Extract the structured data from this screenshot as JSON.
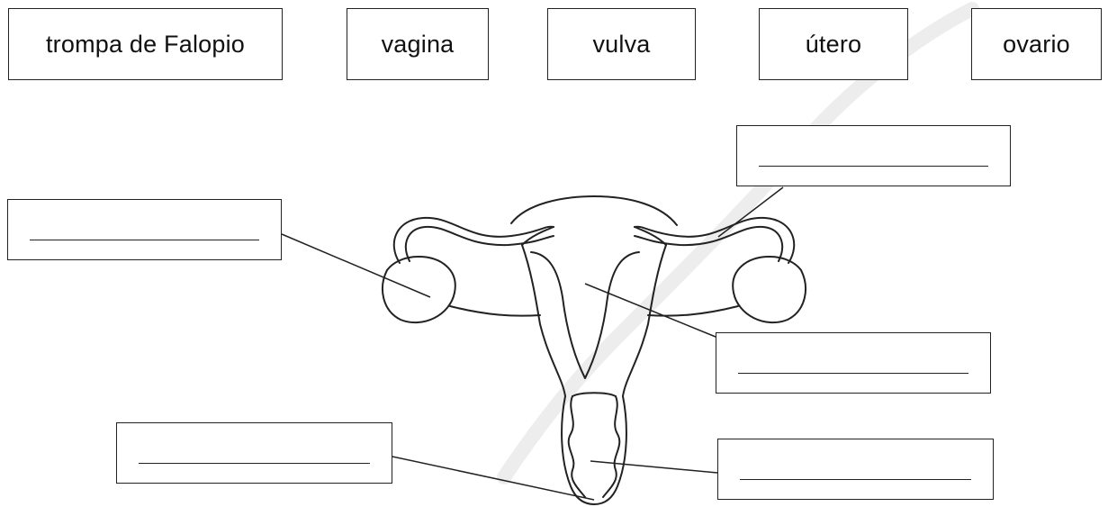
{
  "word_bank": [
    {
      "id": "trompa",
      "label": "trompa de Falopio"
    },
    {
      "id": "vagina",
      "label": "vagina"
    },
    {
      "id": "vulva",
      "label": "vulva"
    },
    {
      "id": "utero",
      "label": "útero"
    },
    {
      "id": "ovario",
      "label": "ovario"
    }
  ],
  "answers": {
    "top_right": "",
    "left": "",
    "middle_right": "",
    "bottom_left": "",
    "bottom_right": ""
  },
  "colors": {
    "ink": "#222222",
    "watermark": "#e9e9e9"
  }
}
